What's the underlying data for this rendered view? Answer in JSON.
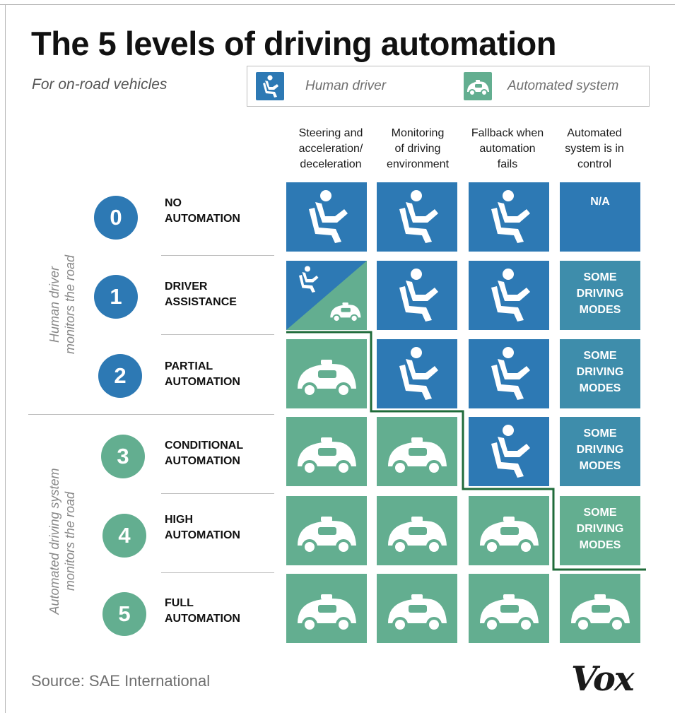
{
  "title": "The 5 levels of driving automation",
  "subtitle": "For on-road vehicles",
  "legend": [
    {
      "label": "Human driver",
      "icon": "human-driver-icon",
      "color": "#2d79b4"
    },
    {
      "label": "Automated system",
      "icon": "automated-car-icon",
      "color": "#63ae90"
    }
  ],
  "columns": [
    "Steering and\nacceleration/\ndeceleration",
    "Monitoring\nof driving\nenvironment",
    "Fallback when\nautomation\nfails",
    "Automated\nsystem is in\ncontrol"
  ],
  "groups": [
    {
      "label": "Human driver\nmonitors the road"
    },
    {
      "label": "Automated driving system\nmonitors the road"
    }
  ],
  "levels": [
    {
      "number": "0",
      "name": "NO\nAUTOMATION",
      "circle_color": "#2d79b4",
      "cells": [
        "human",
        "human",
        "human",
        "text-blue"
      ],
      "control_text": "N/A"
    },
    {
      "number": "1",
      "name": "DRIVER\nASSISTANCE",
      "circle_color": "#2d79b4",
      "cells": [
        "split",
        "human",
        "human",
        "text-teal"
      ],
      "control_text": "SOME\nDRIVING\nMODES"
    },
    {
      "number": "2",
      "name": "PARTIAL\nAUTOMATION",
      "circle_color": "#2d79b4",
      "cells": [
        "car",
        "human",
        "human",
        "text-teal"
      ],
      "control_text": "SOME\nDRIVING\nMODES"
    },
    {
      "number": "3",
      "name": "CONDITIONAL\nAUTOMATION",
      "circle_color": "#63ae90",
      "cells": [
        "car",
        "car",
        "human",
        "text-teal"
      ],
      "control_text": "SOME\nDRIVING\nMODES"
    },
    {
      "number": "4",
      "name": "HIGH\nAUTOMATION",
      "circle_color": "#63ae90",
      "cells": [
        "car",
        "car",
        "car",
        "text-green"
      ],
      "control_text": "SOME\nDRIVING\nMODES"
    },
    {
      "number": "5",
      "name": "FULL\nAUTOMATION",
      "circle_color": "#63ae90",
      "cells": [
        "car",
        "car",
        "car",
        "car"
      ],
      "control_text": ""
    }
  ],
  "colors": {
    "human_blue": "#2d79b4",
    "auto_green": "#63ae90",
    "mixed_teal": "#3e8dab",
    "divider_line": "#1f6b3a"
  },
  "source": "Source: SAE International",
  "logo": "Vox"
}
